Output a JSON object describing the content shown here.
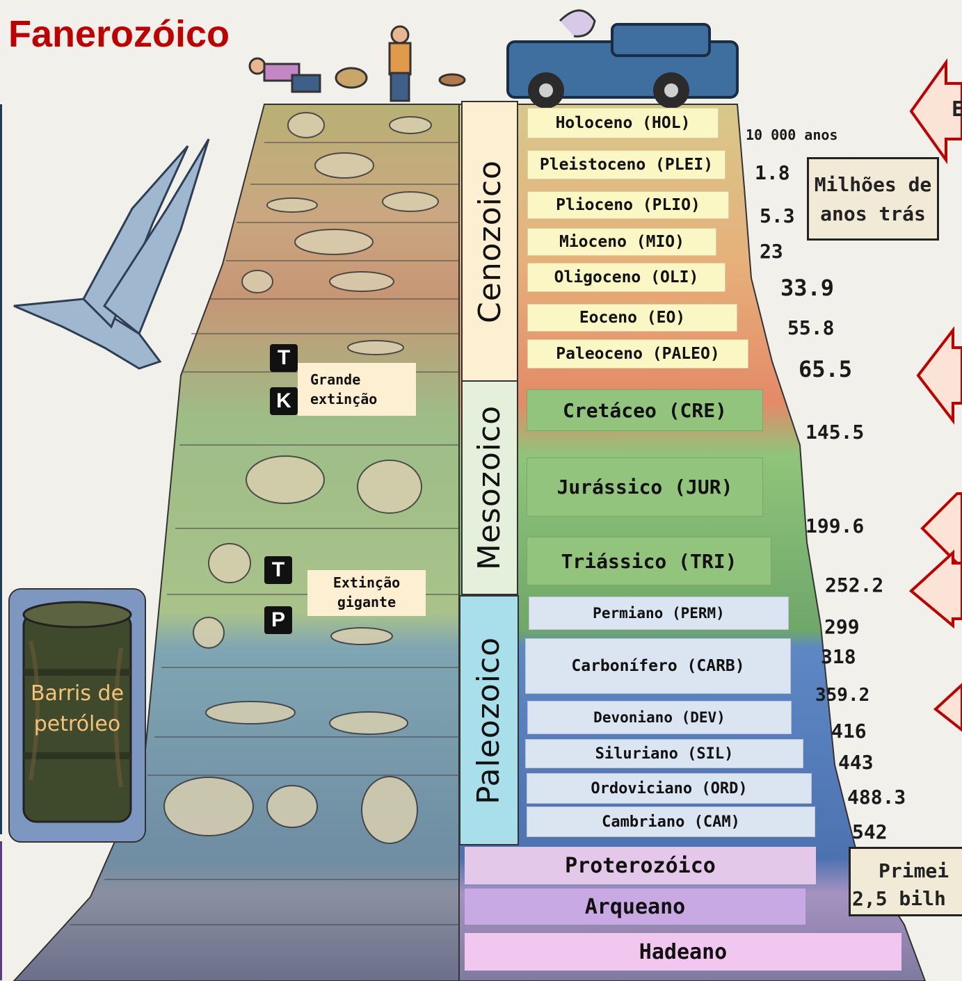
{
  "title": "Fanerozóico",
  "eras": {
    "cenozoic": "Cenozoico",
    "mesozoic": "Mesozoico",
    "paleozoic": "Paleozoico"
  },
  "periods": [
    {
      "id": "hol",
      "label": "Holoceno (HOL)",
      "color": "#fbf7c5"
    },
    {
      "id": "plei",
      "label": "Pleistoceno (PLEI)",
      "color": "#fbf7c5"
    },
    {
      "id": "plio",
      "label": "Plioceno (PLIO)",
      "color": "#fbf7c5"
    },
    {
      "id": "mio",
      "label": "Mioceno (MIO)",
      "color": "#fbf7c5"
    },
    {
      "id": "oli",
      "label": "Oligoceno (OLI)",
      "color": "#fbf7c5"
    },
    {
      "id": "eo",
      "label": "Eoceno (EO)",
      "color": "#fbf7c5"
    },
    {
      "id": "paleo",
      "label": "Paleoceno (PALEO)",
      "color": "#fbf7c5"
    },
    {
      "id": "cre",
      "label": "Cretáceo (CRE)",
      "color": "#93c47d"
    },
    {
      "id": "jur",
      "label": "Jurássico (JUR)",
      "color": "#93c47d"
    },
    {
      "id": "tri",
      "label": "Triássico (TRI)",
      "color": "#93c47d"
    },
    {
      "id": "perm",
      "label": "Permiano (PERM)",
      "color": "#dbe5f1"
    },
    {
      "id": "carb",
      "label": "Carbonífero (CARB)",
      "color": "#dbe5f1"
    },
    {
      "id": "dev",
      "label": "Devoniano (DEV)",
      "color": "#dbe5f1"
    },
    {
      "id": "sil",
      "label": "Siluriano (SIL)",
      "color": "#dbe5f1"
    },
    {
      "id": "ord",
      "label": "Ordoviciano (ORD)",
      "color": "#dbe5f1"
    },
    {
      "id": "cam",
      "label": "Cambriano (CAM)",
      "color": "#dbe5f1"
    }
  ],
  "eons": {
    "proterozoic": "Proterozóico",
    "archean": "Arqueano",
    "hadean": "Hadeano"
  },
  "ages": [
    "10 000 anos",
    "1.8",
    "5.3",
    "23",
    "33.9",
    "55.8",
    "65.5",
    "145.5",
    "199.6",
    "252.2",
    "299",
    "318",
    "359.2",
    "416",
    "443",
    "488.3",
    "542"
  ],
  "notes": {
    "great_extinction": "Grande extinção",
    "giant_extinction": "Extinção gigante",
    "millions_years": "Milhões de anos trás",
    "first_partial": "Primei",
    "billion_partial": "2,5 bilh",
    "right_partial": "E",
    "barrels": "Barris de petróleo"
  },
  "badges": [
    "T",
    "K",
    "T",
    "P"
  ]
}
